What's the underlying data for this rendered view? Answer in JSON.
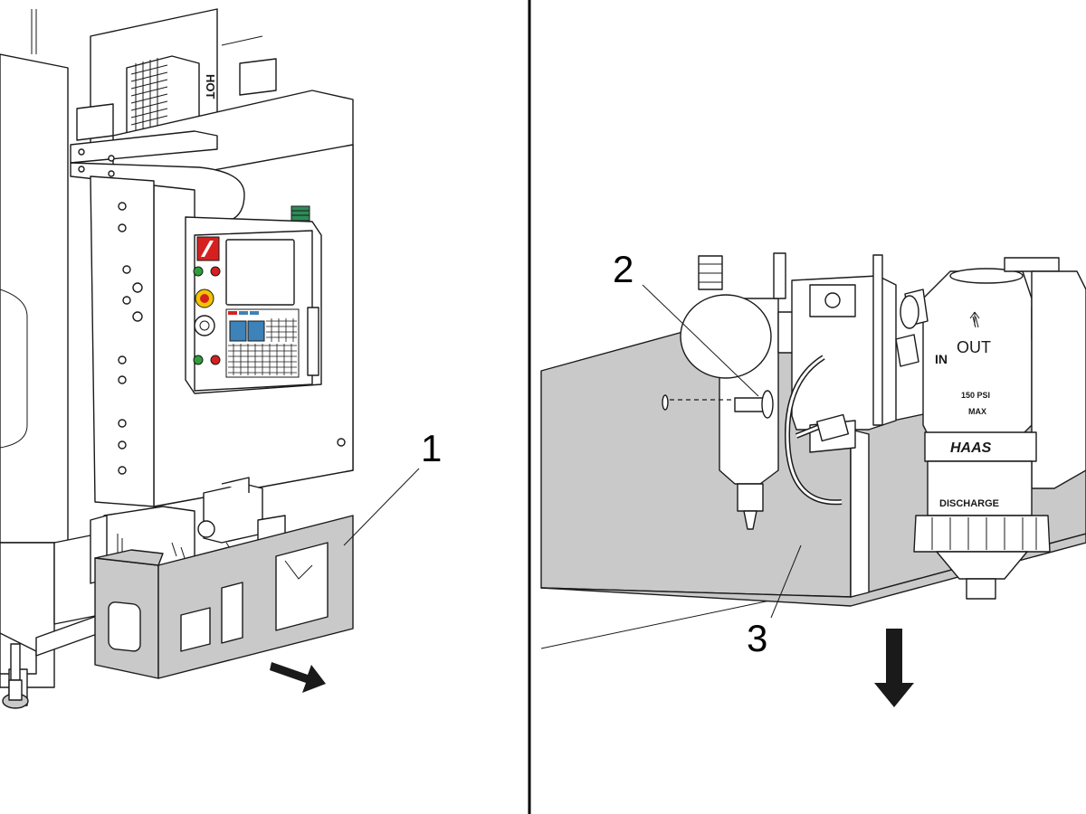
{
  "callouts": {
    "c1": "1",
    "c2": "2",
    "c3": "3"
  },
  "labels": {
    "hot_side": "HOT",
    "regulator_in": "IN",
    "regulator_out": "OUT",
    "pressure_rating": "150 PSI",
    "pressure_max": "MAX",
    "brand": "HAAS",
    "discharge": "DISCHARGE"
  },
  "colors": {
    "line": "#1a1a1a",
    "tray_fill": "#c9c9c9",
    "panel_fill": "#ffffff",
    "keypad_blue": "#3d82b8",
    "button_red": "#d62020",
    "button_green": "#2e9e3a",
    "estop_yellow": "#f2c400",
    "beacon_green": "#2e8b57"
  }
}
